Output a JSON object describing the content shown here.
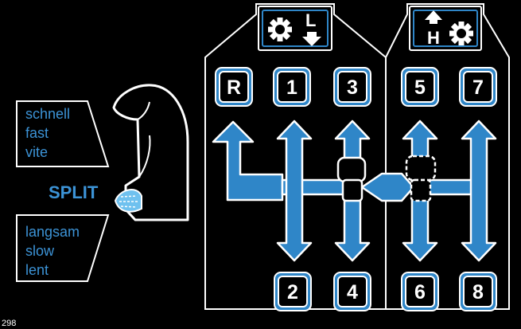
{
  "colors": {
    "background": "#000000",
    "accent_blue": "#2f86c8",
    "label_blue": "#3c93d6",
    "outline": "#ffffff"
  },
  "split_labels": {
    "fast": [
      "schnell",
      "fast",
      "vite"
    ],
    "split": "SPLIT",
    "slow": [
      "langsam",
      "slow",
      "lent"
    ]
  },
  "low_range": {
    "letter": "L",
    "icons": [
      "gear-icon",
      "arrow-down-icon"
    ]
  },
  "high_range": {
    "letter": "H",
    "icons": [
      "house-arrow-up-icon",
      "gear-icon"
    ]
  },
  "gears": {
    "r": "R",
    "g1": "1",
    "g2": "2",
    "g3": "3",
    "g4": "4",
    "g5": "5",
    "g6": "6",
    "g7": "7",
    "g8": "8"
  },
  "figure_code": "298"
}
